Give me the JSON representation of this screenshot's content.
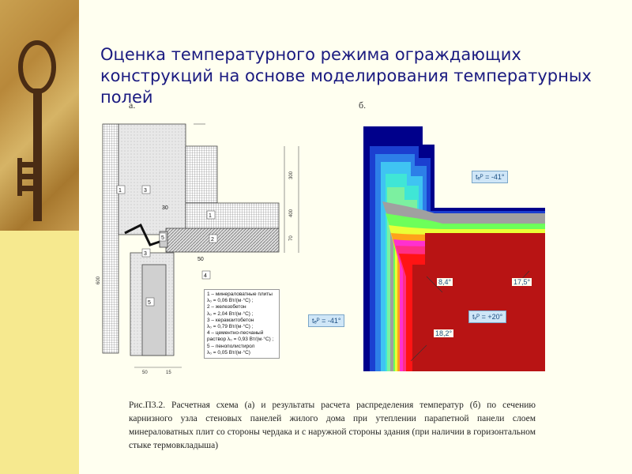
{
  "title": "Оценка температурного режима ограждающих конструкций на основе моделирования температурных полей",
  "panel_a_label": "а.",
  "panel_b_label": "б.",
  "diagram_a": {
    "region_labels": [
      "1",
      "3",
      "30",
      "1",
      "5",
      "2",
      "3",
      "50",
      "4",
      "5"
    ],
    "dim_labels": [
      "300",
      "400",
      "70",
      "50",
      "600",
      "15"
    ],
    "legend": [
      "1 – минераловатные плиты",
      "λ₀ = 0,06 Вт/(м·°С) ;",
      "2 – железобетон",
      "λ₀ = 2,04 Вт/(м·°С) ;",
      "3 – керамзитобетон",
      "λ₀ = 0,79 Вт/(м·°С) ;",
      "4 – цементно-песчаный",
      "раствор λ₀ = 0,93 Вт/(м·°С) ;",
      "5 – пенополистирол",
      "λ₀ = 0,05 Вт/(м·°С)"
    ]
  },
  "diagram_b": {
    "tag_top": "tₑᴾ = -41°",
    "tag_left": "tₑᴾ = -41°",
    "tag_inner": "tᵥᴾ = +20°",
    "value_84": "8,4°",
    "value_175": "17,5°",
    "value_182": "18,2°"
  },
  "caption": "Рис.П3.2. Расчетная схема (а) и результаты расчета распределения температур (б) по сечению карнизного узла стеновых панелей жилого дома при утеплении парапетной панели слоем минераловатных плит со стороны чердака и с наружной стороны здания (при наличии в горизонтальном стыке термовкладыша)"
}
